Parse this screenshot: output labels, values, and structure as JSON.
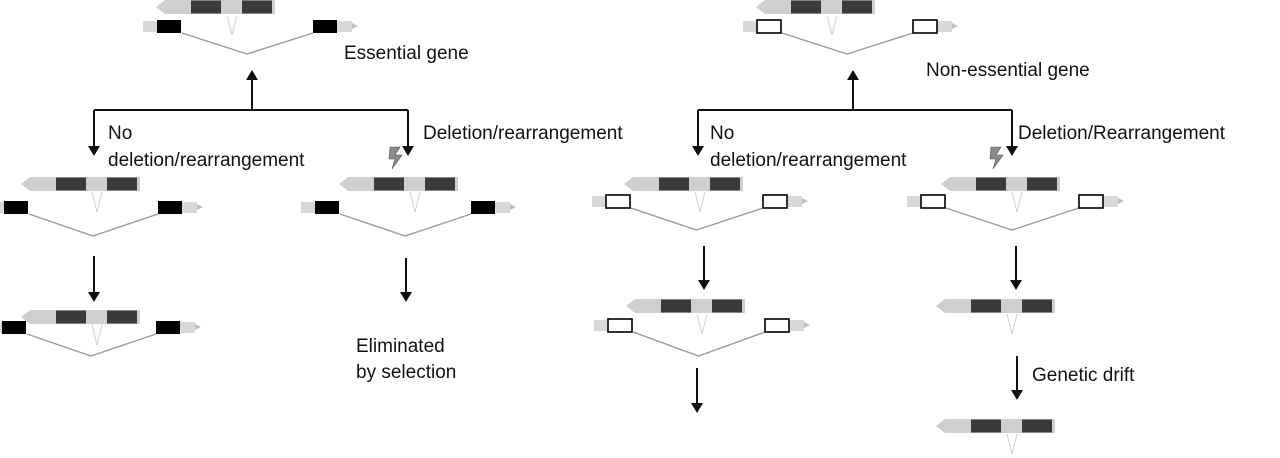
{
  "colors": {
    "exon_dark": "#3a3a3a",
    "essential_flank": "#000000",
    "nonessential_flank": "#ffffff",
    "outline": "#000000",
    "inner_gene_grey": "#cfcfcf",
    "flank_grey": "#d8d8d8",
    "splice_line": "#9a9a9a",
    "arrow": "#111111",
    "lightning": "#8a8a8a"
  },
  "icons": {
    "mutation": "lightning-bolt-icon"
  },
  "labels": {
    "essential_gene": "Essential gene",
    "nonessential_gene": "Non-essential gene",
    "left_no_line1": "No",
    "left_no_line2": "deletion/rearrangement",
    "left_del": "Deletion/rearrangement",
    "right_no_line1": "No",
    "right_no_line2": "deletion/rearrangement",
    "right_del": "Deletion/Rearrangement",
    "eliminated_line1": "Eliminated",
    "eliminated_line2": "by selection",
    "genetic_drift": "Genetic drift"
  }
}
